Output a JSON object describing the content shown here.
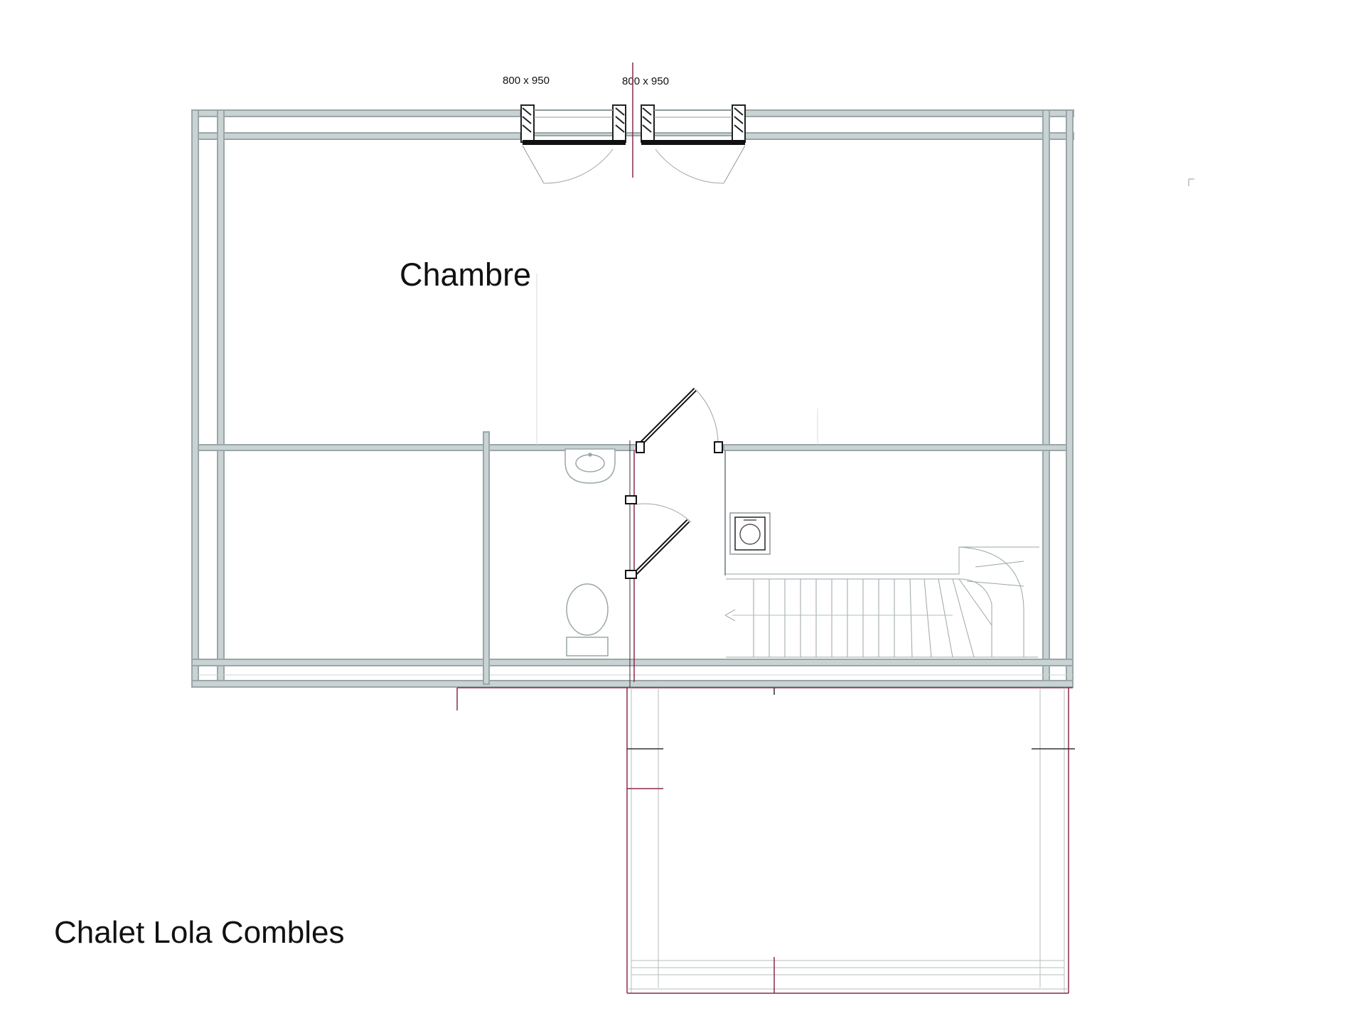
{
  "labels": {
    "room": "Chambre",
    "caption": "Chalet Lola Combles",
    "window_left": "800 x 950",
    "window_right": "800 x 950"
  },
  "colors": {
    "wall": "#c4cfd0",
    "wall_stroke": "#9aa6a8",
    "line": "#7d8587",
    "accent": "#8a2a4a",
    "dark": "#222222"
  }
}
